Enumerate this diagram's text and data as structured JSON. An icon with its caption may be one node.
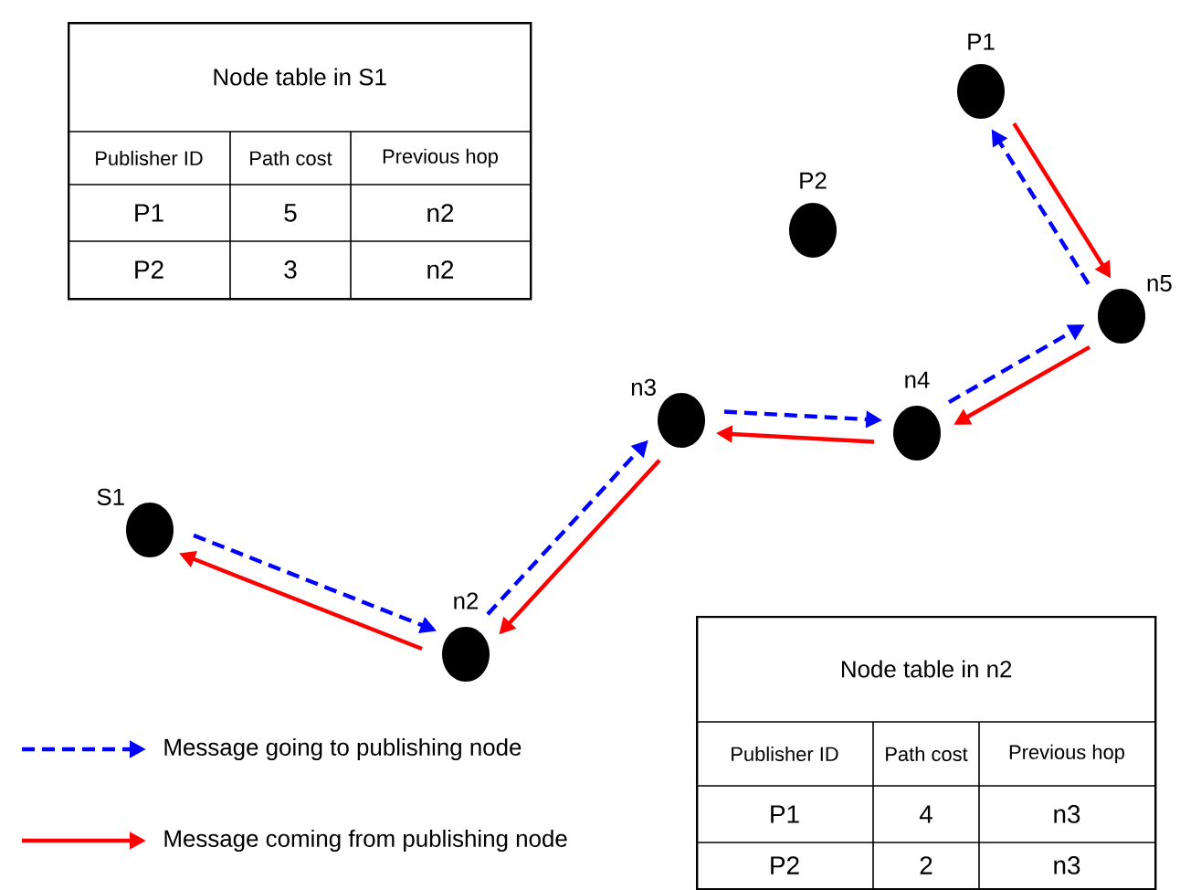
{
  "diagram": {
    "nodes": [
      {
        "text": [
          "S1"
        ]
      },
      {
        "text": [
          "n2"
        ]
      },
      {
        "text": [
          "n3"
        ]
      },
      {
        "text": [
          "n4"
        ]
      },
      {
        "text": [
          "n5"
        ]
      },
      {
        "text": [
          "P1"
        ]
      },
      {
        "text": [
          "P2"
        ]
      },
      {
        "text": [
          "Node table in S1"
        ]
      },
      {
        "text": [
          "Node table in n2"
        ]
      }
    ],
    "edges": [
      {
        "from": 0,
        "to": 1,
        "arrow": "to",
        "style": "dashed",
        "color": "#0000ff"
      },
      {
        "from": 1,
        "to": 2,
        "arrow": "to",
        "style": "dashed",
        "color": "#0000ff"
      },
      {
        "from": 2,
        "to": 3,
        "arrow": "to",
        "style": "dashed",
        "color": "#0000ff"
      },
      {
        "from": 3,
        "to": 4,
        "arrow": "to",
        "style": "dashed",
        "color": "#0000ff"
      },
      {
        "from": 4,
        "to": 5,
        "arrow": "to",
        "style": "dashed",
        "color": "#0000ff"
      },
      {
        "from": 5,
        "to": 4,
        "arrow": "to",
        "color": "#ff0000"
      },
      {
        "from": 4,
        "to": 3,
        "arrow": "to",
        "color": "#ff0000"
      },
      {
        "from": 3,
        "to": 2,
        "arrow": "to",
        "color": "#ff0000"
      },
      {
        "from": 2,
        "to": 1,
        "arrow": "to",
        "color": "#ff0000"
      },
      {
        "from": 1,
        "to": 0,
        "arrow": "to",
        "color": "#ff0000"
      }
    ],
    "labels": [
      "Publisher ID",
      "Path cost",
      "Previous hop",
      "P1",
      "5",
      "n2",
      "P2",
      "3",
      "n2",
      "Publisher ID",
      "Path cost",
      "Previous hop",
      "P1",
      "4",
      "n3",
      "P2",
      "2",
      "n3"
    ],
    "legend": [
      {
        "text": "Message going to publishing node"
      },
      {
        "text": "Message coming from publishing node"
      }
    ]
  }
}
